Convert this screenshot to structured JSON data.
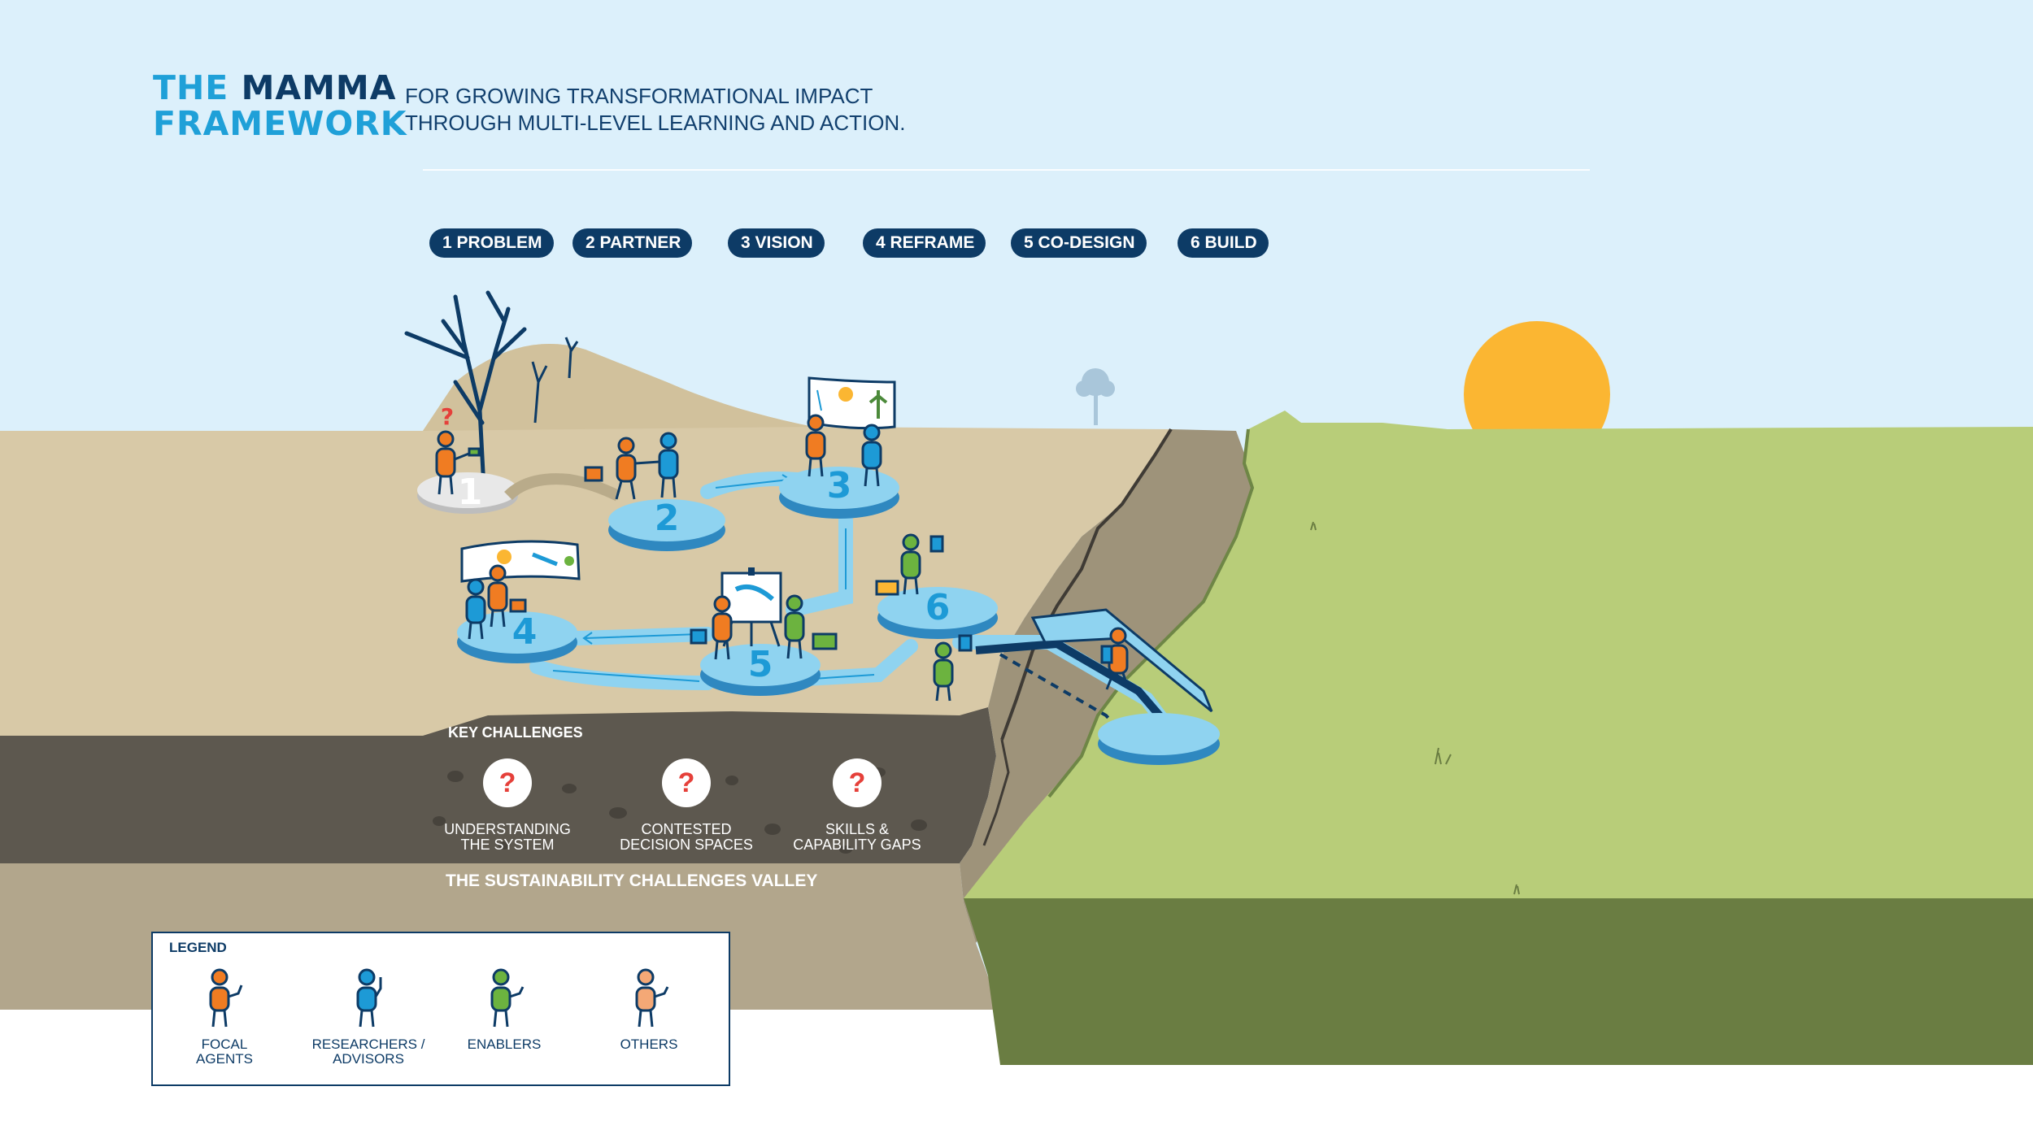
{
  "title": {
    "line1_a": "THE",
    "line1_b": "MAMMA",
    "line2": "FRAMEWORK"
  },
  "subtitle": {
    "line1": "FOR GROWING TRANSFORMATIONAL IMPACT",
    "line2": "THROUGH MULTI-LEVEL LEARNING AND ACTION."
  },
  "steps": [
    {
      "label": "1 PROBLEM"
    },
    {
      "label": "2 PARTNER"
    },
    {
      "label": "3 VISION"
    },
    {
      "label": "4 REFRAME"
    },
    {
      "label": "5 CO-DESIGN"
    },
    {
      "label": "6 BUILD"
    }
  ],
  "platform_numbers": [
    "1",
    "2",
    "3",
    "4",
    "5",
    "6"
  ],
  "key_challenges": {
    "title": "KEY CHALLENGES",
    "items": [
      {
        "icon": "question-icon",
        "symbol": "?",
        "line1": "UNDERSTANDING",
        "line2": "THE SYSTEM"
      },
      {
        "icon": "question-icon",
        "symbol": "?",
        "line1": "CONTESTED",
        "line2": "DECISION SPACES"
      },
      {
        "icon": "question-icon",
        "symbol": "?",
        "line1": "SKILLS &",
        "line2": "CAPABILITY GAPS"
      }
    ]
  },
  "valley_label": "THE SUSTAINABILITY CHALLENGES VALLEY",
  "legend": {
    "title": "LEGEND",
    "items": [
      {
        "line1": "FOCAL",
        "line2": "AGENTS",
        "color": "#f07c22"
      },
      {
        "line1": "RESEARCHERS /",
        "line2": "ADVISORS",
        "color": "#1d9ad6"
      },
      {
        "line1": "ENABLERS",
        "line2": "",
        "color": "#6cb33f"
      },
      {
        "line1": "OTHERS",
        "line2": "",
        "color": "#f4a876"
      }
    ]
  },
  "colors": {
    "sky": "#dcf0fb",
    "sun": "#fbb632",
    "ground": "#d8c9a7",
    "cliff": "#b2a68c",
    "soil": "#5d584f",
    "grass": "#b8cd79",
    "grass_side": "#6a7d42",
    "platform": "#8fd3f0",
    "navy": "#0d3b66",
    "focal": "#f07c22",
    "researcher": "#1d9ad6",
    "enabler": "#6cb33f",
    "other": "#f4a876",
    "question": "#e5403a"
  }
}
